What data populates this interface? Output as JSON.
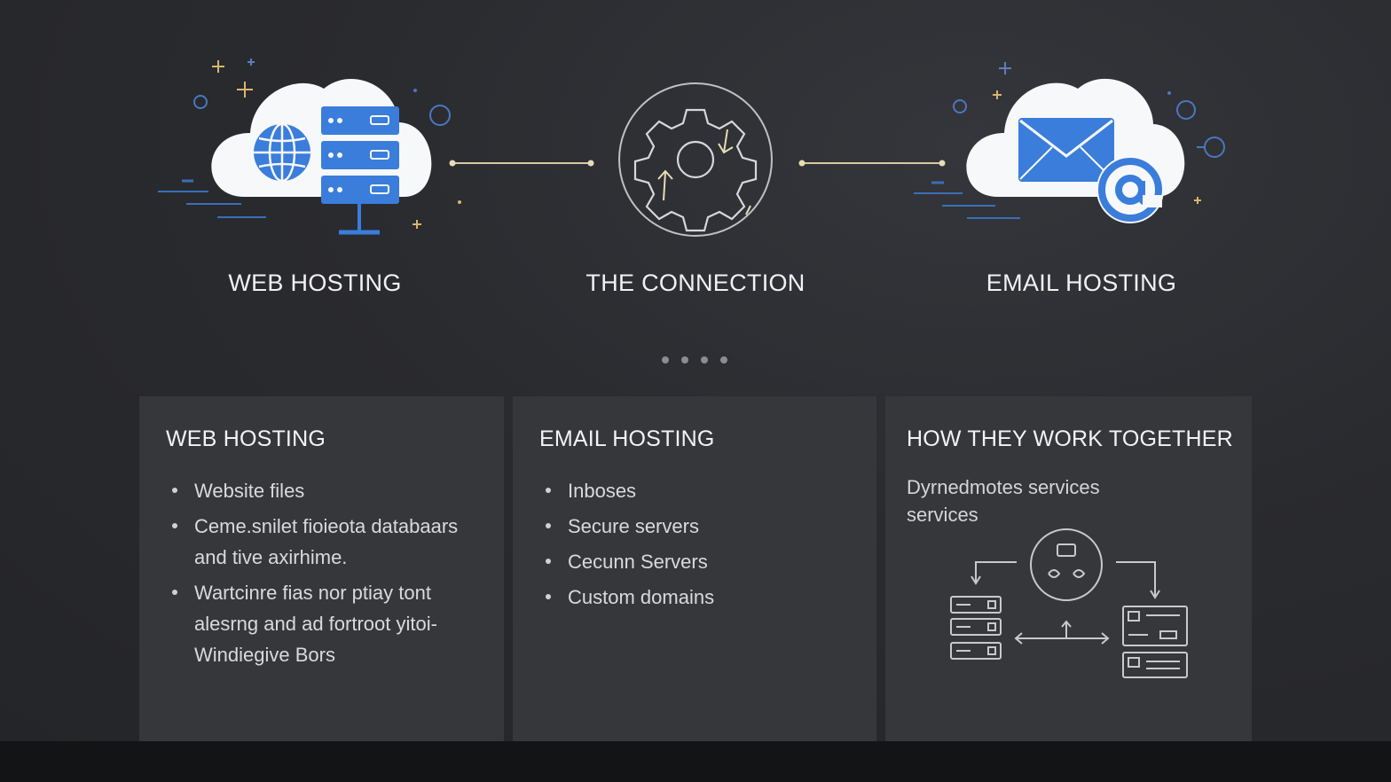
{
  "hero": {
    "web_label": "WEB HOSTING",
    "connection_label": "THE CONNECTION",
    "email_label": "EMAIL HOSTING"
  },
  "panels": {
    "web": {
      "title": "WEB HOSTING",
      "items": [
        "Website files",
        "Ceme.snilet fioieota databaars and tive axirhime.",
        "Wartcinre fias nor ptiay tont alesrng and ad fortroot yitoi-Windiegive Bors"
      ]
    },
    "email": {
      "title": "EMAIL HOSTING",
      "items": [
        "Inboses",
        "Secure servers",
        "Cecunn Servers",
        "Custom domains"
      ]
    },
    "together": {
      "title": "HOW THEY WORK TOGETHER",
      "description": "Dyrnedmotes services services"
    }
  },
  "colors": {
    "accent_blue": "#3a7ddb",
    "line_gold": "#d9c9a0",
    "panel_bg": "#36373b",
    "background": "#2a2b2f"
  },
  "icons": [
    "globe-icon",
    "server-icon",
    "gear-icon",
    "envelope-icon",
    "at-sign-icon"
  ]
}
